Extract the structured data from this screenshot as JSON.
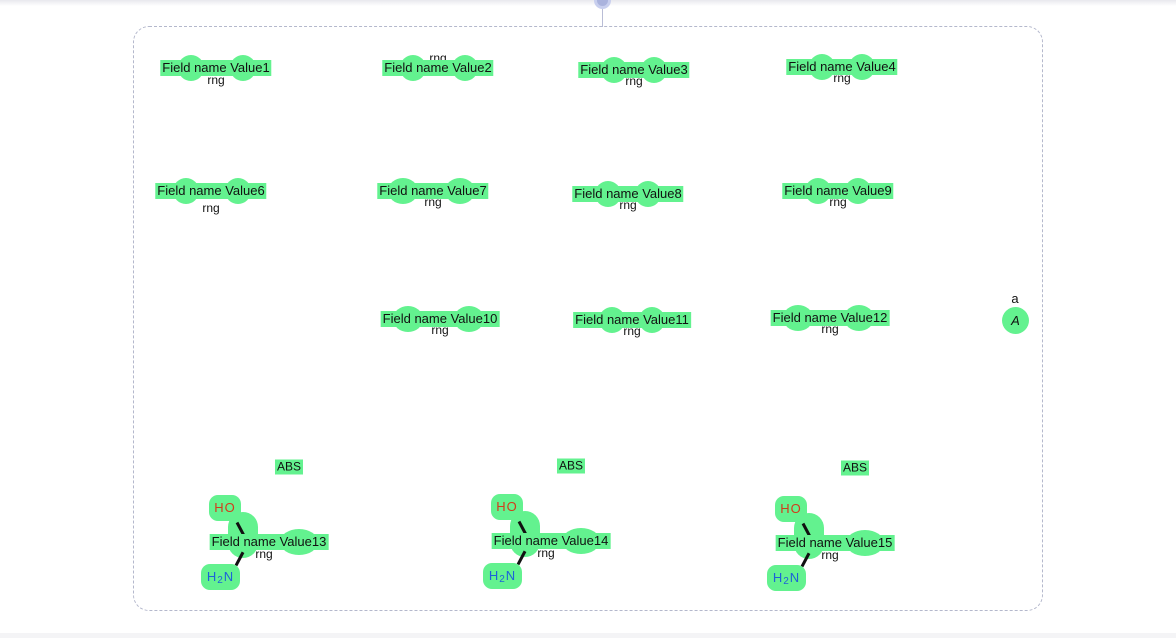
{
  "fields": [
    {
      "id": "v1",
      "label": "Field name Value1",
      "sub": "rng"
    },
    {
      "id": "v2",
      "label": "Field name Value2",
      "sub": "rng"
    },
    {
      "id": "v3",
      "label": "Field name Value3",
      "sub": "rng"
    },
    {
      "id": "v4",
      "label": "Field name Value4",
      "sub": "rng"
    },
    {
      "id": "v6",
      "label": "Field name Value6",
      "sub": "rng"
    },
    {
      "id": "v7",
      "label": "Field name Value7",
      "sub": "rng"
    },
    {
      "id": "v8",
      "label": "Field name Value8",
      "sub": "rng"
    },
    {
      "id": "v9",
      "label": "Field name Value9",
      "sub": "rng"
    },
    {
      "id": "v10",
      "label": "Field name Value10",
      "sub": "rng"
    },
    {
      "id": "v11",
      "label": "Field name Value11",
      "sub": "rng"
    },
    {
      "id": "v12",
      "label": "Field name Value12",
      "sub": "rng"
    }
  ],
  "molecules": [
    {
      "abs": "ABS",
      "label": "Field name Value13",
      "sub": "rng",
      "ho": "HO",
      "nh2": "H2N"
    },
    {
      "abs": "ABS",
      "label": "Field name Value14",
      "sub": "rng",
      "ho": "HO",
      "nh2": "H2N"
    },
    {
      "abs": "ABS",
      "label": "Field name Value15",
      "sub": "rng",
      "ho": "HO",
      "nh2": "H2N"
    }
  ],
  "atom_a": {
    "symbol": "A",
    "label": "a"
  },
  "colors": {
    "highlight": "#63f28f",
    "frame": "#b4b8cc",
    "oxygen": "#d23c1c",
    "nitrogen": "#1e62d8"
  }
}
